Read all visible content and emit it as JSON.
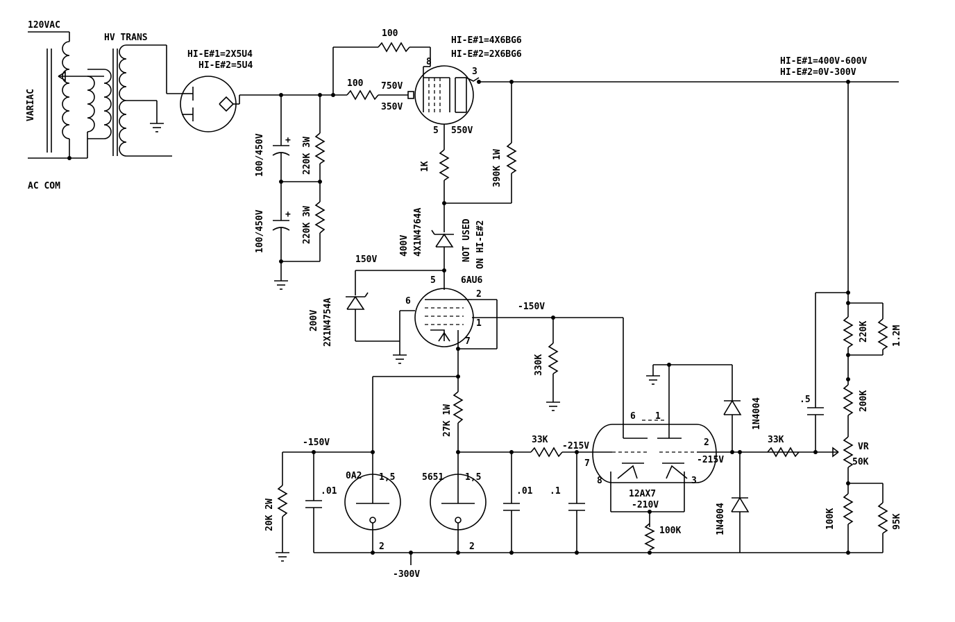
{
  "diagram": {
    "variac": "VARIAC",
    "ac_120": "120VAC",
    "ac_com": "AC COM",
    "hv_trans": "HV TRANS",
    "rect_1": "HI-E#1=2X5U4",
    "rect_2": "HI-E#2=5U4",
    "cap_top": "100/450V",
    "cap_bot": "100/450V",
    "r_bleed_top": "220K 3W",
    "r_bleed_bot": "220K 3W",
    "r_100_top": "100",
    "r_100_grid": "100",
    "pass_1": "HI-E#1=4X6BG6",
    "pass_2": "HI-E#2=2X6BG6",
    "v_750": "750V",
    "v_350": "350V",
    "v_550": "550V",
    "pin_8a": "8",
    "pin_3a": "3",
    "pin_5a": "5",
    "r_1k": "1K",
    "r_390k": "390K 1W",
    "out_1": "HI-E#1=400V-600V",
    "out_2": "HI-E#2=0V-300V",
    "z_400v": "400V",
    "z_4x": "4X1N4764A",
    "not_used": "NOT USED",
    "on_hie2": "ON HI-E#2",
    "v_150": "150V",
    "z_200v": "200V",
    "z_2x": "2X1N4754A",
    "tube_6au6": "6AU6",
    "pin_5b": "5",
    "pin_6b": "6",
    "pin_2b": "2",
    "pin_1b": "1",
    "pin_7b": "7",
    "v_n150_a": "-150V",
    "r_330k": "330K",
    "r_27k": "27K 1W",
    "v_n150_b": "-150V",
    "r_20k": "20K 2W",
    "c_01a": ".01",
    "oa2": "0A2",
    "oa2_pins": "1,5",
    "oa2_pin2": "2",
    "t5651": "5651",
    "t5651_pins": "1,5",
    "t5651_pin2": "2",
    "c_01b": ".01",
    "c_1": ".1",
    "r_33k_a": "33K",
    "v_n215_a": "-215V",
    "tube_12ax7": "12AX7",
    "v_n210": "-210V",
    "pin_6c": "6",
    "pin_1c": "1",
    "pin_2c": "2",
    "pin_7c": "7",
    "pin_8c": "8",
    "pin_3c": "3",
    "v_n215_b": "-215V",
    "r_100k_a": "100K",
    "d_1n4004_a": "1N4004",
    "d_1n4004_b": "1N4004",
    "r_33k_b": "33K",
    "c_5": ".5",
    "r_220k": "220K",
    "r_1_2m": "1.2M",
    "r_200k": "200K",
    "vr": "VR",
    "vr_50k": "50K",
    "r_100k_b": "100K",
    "r_95k": "95K",
    "v_n300": "-300V"
  }
}
